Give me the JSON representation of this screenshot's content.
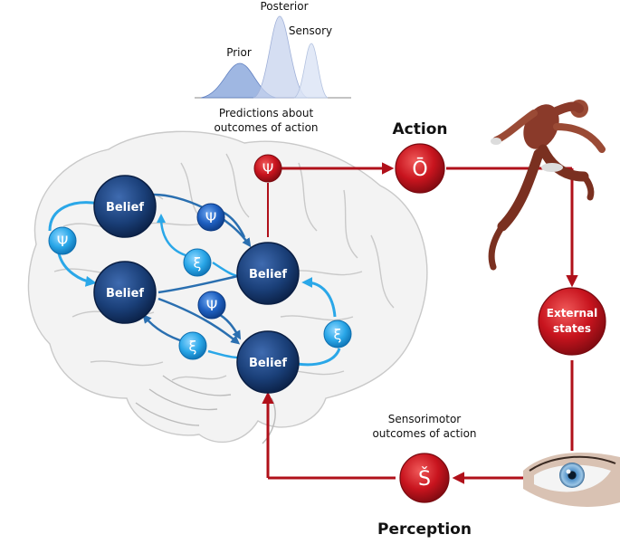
{
  "distributions": {
    "prior_label": "Prior",
    "posterior_label": "Posterior",
    "sensory_label": "Sensory",
    "caption_line1": "Predictions about",
    "caption_line2": "outcomes of action"
  },
  "action": {
    "title": "Action",
    "node_symbol": "Ō"
  },
  "perception": {
    "title": "Perception",
    "node_symbol": "Š",
    "caption_line1": "Sensorimotor",
    "caption_line2": "outcomes of action"
  },
  "external_states": {
    "line1": "External",
    "line2": "states"
  },
  "policy_node_symbol": "Ψ",
  "belief_nodes": [
    "Belief",
    "Belief",
    "Belief",
    "Belief"
  ],
  "small_nodes": [
    "Ψ",
    "ξ",
    "Ψ",
    "ξ",
    "Ψ",
    "ξ"
  ],
  "colors": {
    "red": "#b0101a",
    "red_dark": "#7a0a10",
    "belief_blue": "#1a3f78",
    "belief_dark": "#0c2650",
    "light_blue": "#2aa7e8",
    "arrow_blue": "#2a6fb0",
    "dist_blue": "#7f9fd8"
  }
}
